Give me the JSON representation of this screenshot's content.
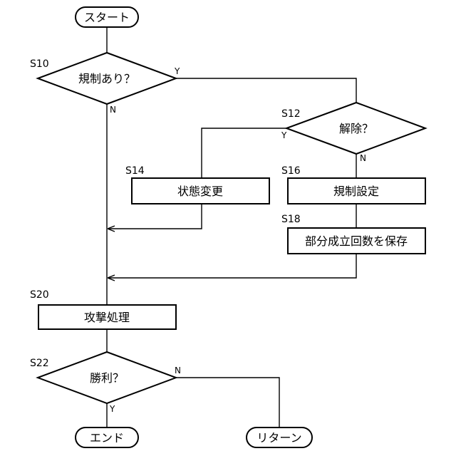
{
  "nodes": {
    "start": "スタート",
    "s10": "規制あり？",
    "s12": "解除？",
    "s14": "状態変更",
    "s16": "規制設定",
    "s18": "部分成立回数を保存",
    "s20": "攻撃処理",
    "s22": "勝利？",
    "end": "エンド",
    "return": "リターン"
  },
  "steps": {
    "s10": "S10",
    "s12": "S12",
    "s14": "S14",
    "s16": "S16",
    "s18": "S18",
    "s20": "S20",
    "s22": "S22"
  },
  "branches": {
    "yes": "Y",
    "no": "N"
  }
}
